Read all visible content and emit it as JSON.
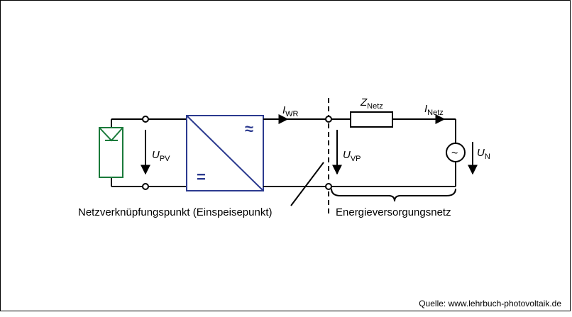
{
  "labels": {
    "u_pv": {
      "main": "U",
      "sub": "PV"
    },
    "i_wr": {
      "main": "I",
      "sub": "WR"
    },
    "z_netz": {
      "main": "Z",
      "sub": "Netz"
    },
    "i_netz": {
      "main": "I",
      "sub": "Netz"
    },
    "u_vp": {
      "main": "U",
      "sub": "VP"
    },
    "u_n": {
      "main": "U",
      "sub": "N"
    },
    "inverter_ac_symbol": "≈",
    "inverter_dc_symbol": "=",
    "ac_source_symbol": "~",
    "connection_point": "Netzverknüpfungspunkt  (Einspeisepunkt)",
    "grid": "Energieversorgungsnetz"
  },
  "source": "Quelle: www.lehrbuch-photovoltaik.de",
  "colors": {
    "pv_module": "#1a7a3a",
    "inverter": "#2b3a8f",
    "lines": "#000000"
  }
}
